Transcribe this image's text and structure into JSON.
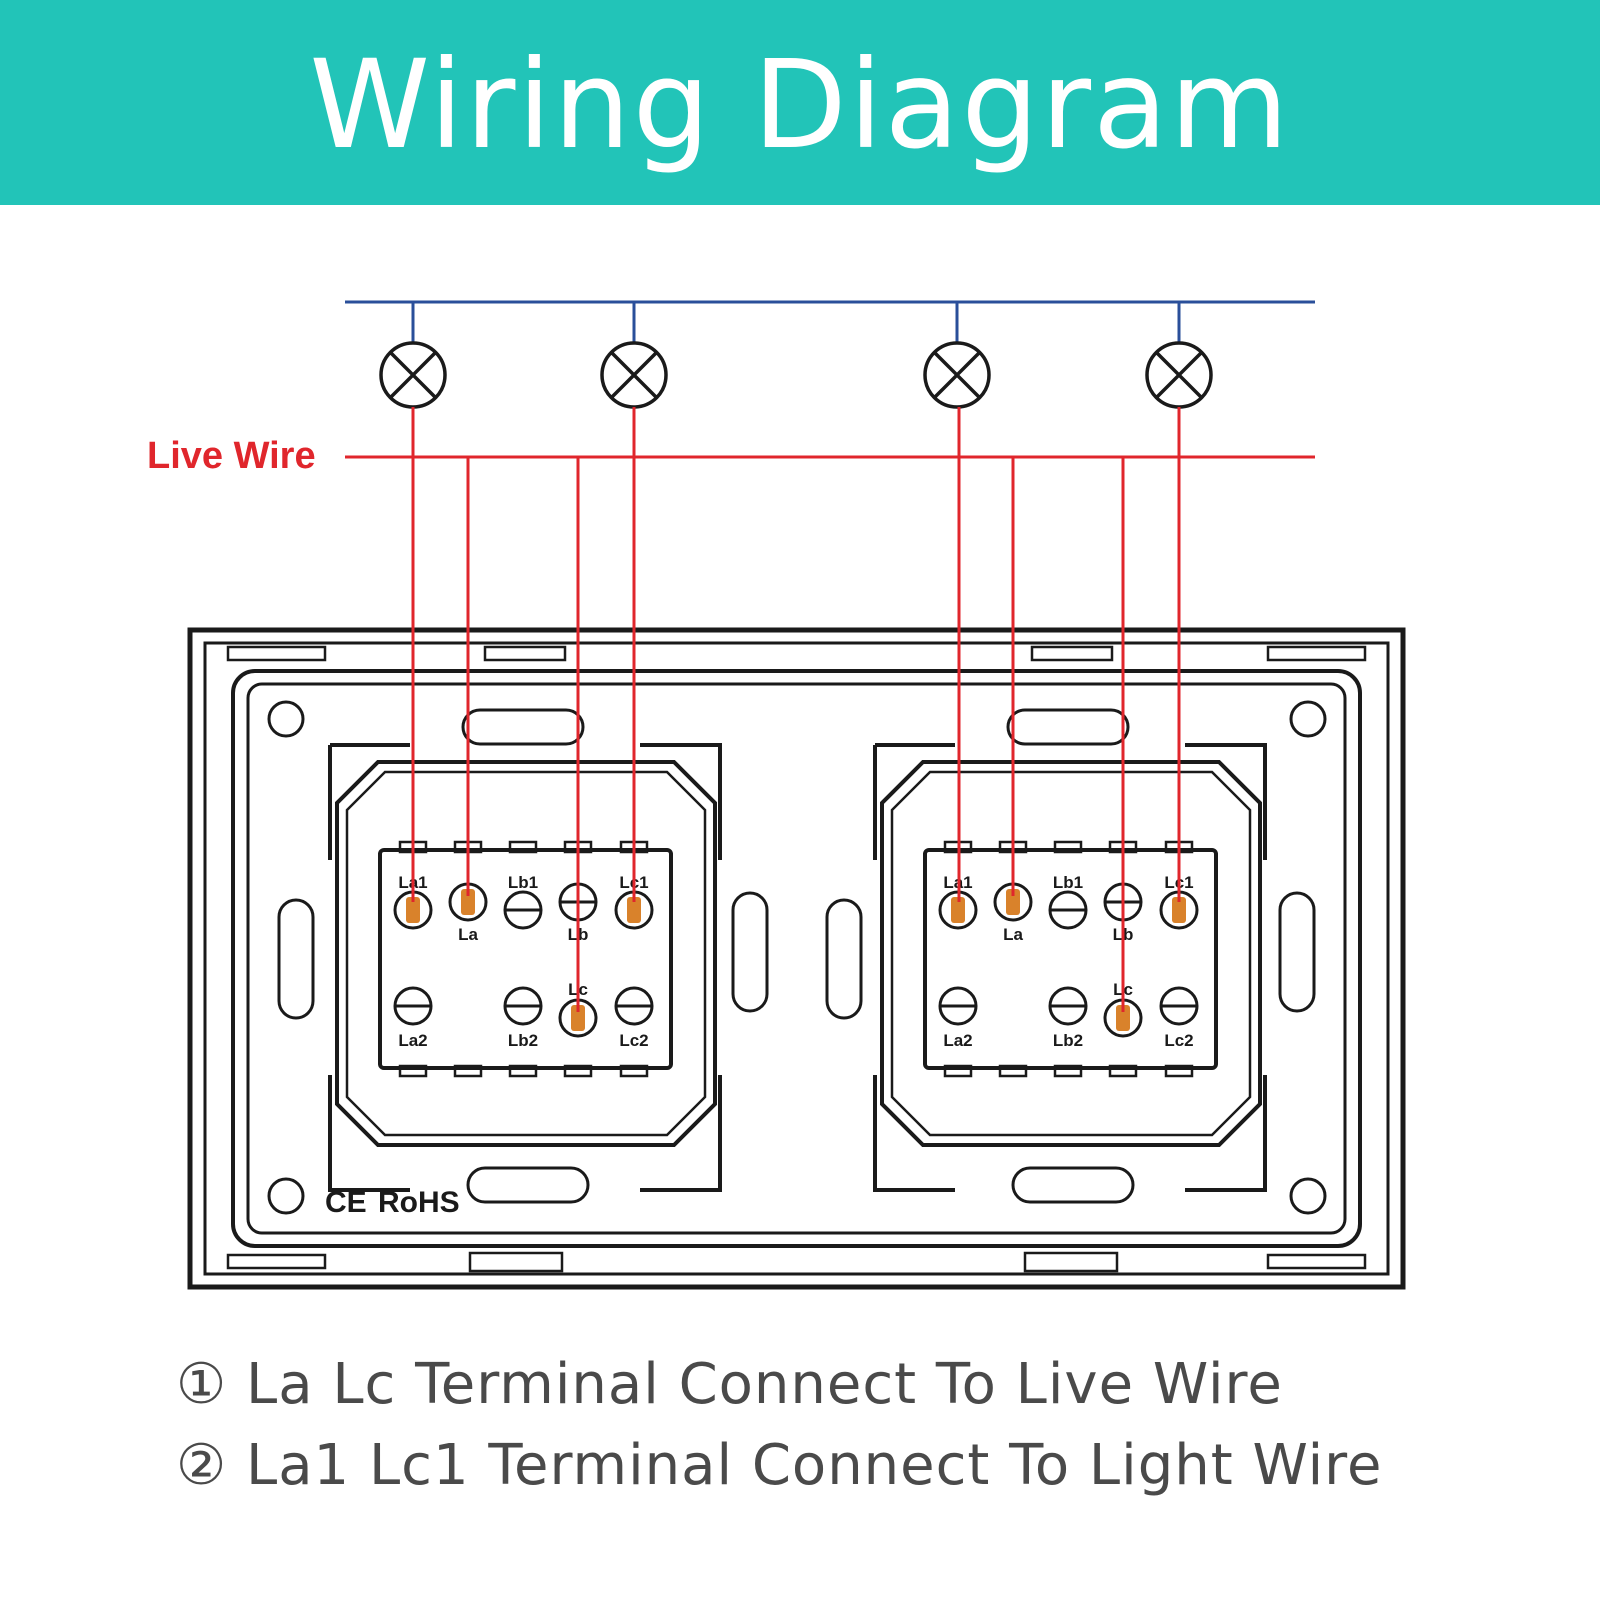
{
  "title": "Wiring Diagram",
  "live_wire_label": "Live Wire",
  "marks": {
    "ce": "CE",
    "rohs": "RoHS"
  },
  "gangs": [
    {
      "terminals": [
        {
          "label": "La1",
          "live": true
        },
        {
          "label": "La",
          "live": true
        },
        {
          "label": "Lb1",
          "live": false
        },
        {
          "label": "Lb",
          "live": false
        },
        {
          "label": "Lc1",
          "live": true
        },
        {
          "label": "Lc",
          "live": true
        },
        {
          "label": "La2",
          "live": false
        },
        {
          "label": "Lb2",
          "live": false
        },
        {
          "label": "Lc2",
          "live": false
        }
      ]
    },
    {
      "terminals": [
        {
          "label": "La1",
          "live": true
        },
        {
          "label": "La",
          "live": true
        },
        {
          "label": "Lb1",
          "live": false
        },
        {
          "label": "Lb",
          "live": false
        },
        {
          "label": "Lc1",
          "live": true
        },
        {
          "label": "Lc",
          "live": true
        },
        {
          "label": "La2",
          "live": false
        },
        {
          "label": "Lb2",
          "live": false
        },
        {
          "label": "Lc2",
          "live": false
        }
      ]
    }
  ],
  "notes": [
    "① La Lc Terminal Connect To Live Wire",
    "② La1 Lc1 Terminal Connect To Light Wire"
  ],
  "colors": {
    "header": "#22c4b8",
    "neutral_wire": "#2a4f9a",
    "live_wire": "#e0262c",
    "terminal_live": "#d9822b",
    "outline": "#1a1a1a",
    "note_text": "#4a4a4a"
  }
}
